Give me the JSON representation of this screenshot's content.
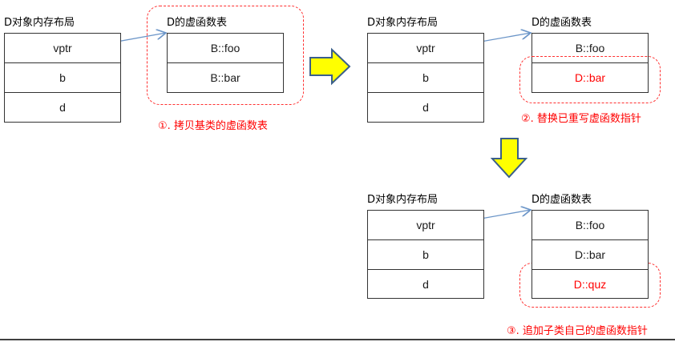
{
  "panels": [
    {
      "layout_label": "D对象内存布局",
      "layout_cells": [
        "vptr",
        "b",
        "d"
      ],
      "vtable_label": "D的虚函数表",
      "vtable_cells": [
        "B::foo",
        "B::bar"
      ],
      "caption": "①. 拷贝基类的虚函数表"
    },
    {
      "layout_label": "D对象内存布局",
      "layout_cells": [
        "vptr",
        "b",
        "d"
      ],
      "vtable_label": "D的虚函数表",
      "vtable_cells": [
        "B::foo",
        "D::bar"
      ],
      "caption": "②. 替换已重写虚函数指针"
    },
    {
      "layout_label": "D对象内存布局",
      "layout_cells": [
        "vptr",
        "b",
        "d"
      ],
      "vtable_label": "D的虚函数表",
      "vtable_cells": [
        "B::foo",
        "D::bar",
        "D::quz"
      ],
      "caption": "③. 追加子类自己的虚函数指针"
    }
  ],
  "colors": {
    "highlight": "#ff0000",
    "pointer": "#6b95c8",
    "step_arrow": "#ffff00"
  }
}
